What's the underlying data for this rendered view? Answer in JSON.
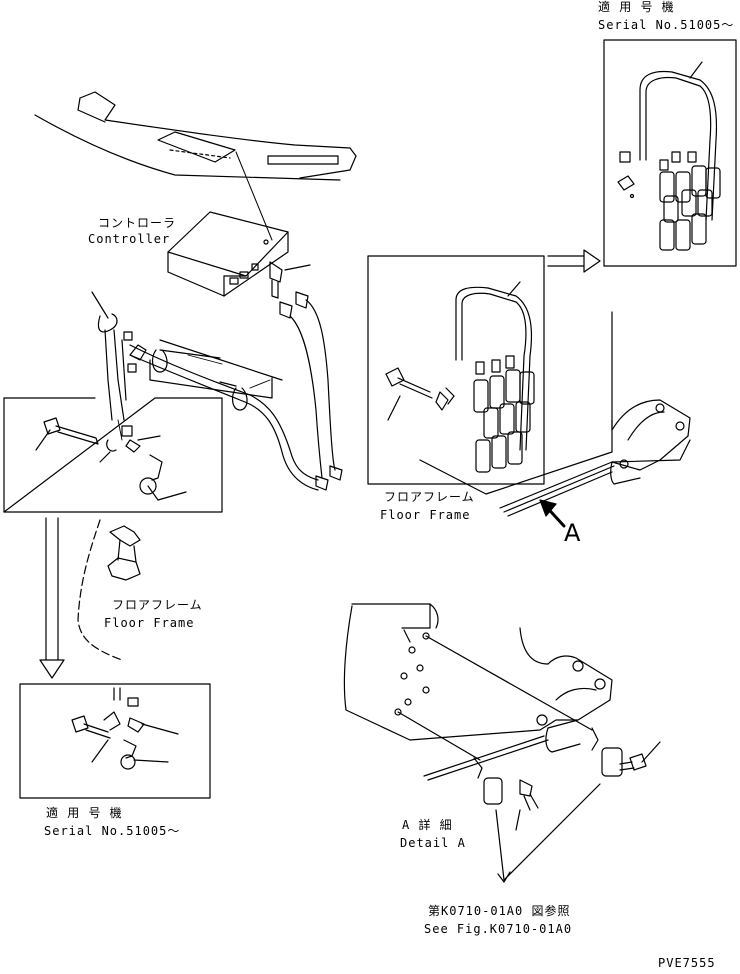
{
  "labels": {
    "serial_jp_top": "適 用 号 機",
    "serial_en_top": "Serial No.51005～",
    "controller_jp": "コントローラ",
    "controller_en": "Controller",
    "floor_frame_jp_right": "フロアフレーム",
    "floor_frame_en_right": "Floor Frame",
    "view_letter": "A",
    "floor_frame_jp_left": "フロアフレーム",
    "floor_frame_en_left": "Floor Frame",
    "serial_jp_bottom": "適 用 号 機",
    "serial_en_bottom": "Serial No.51005～",
    "detail_jp": "A  詳  細",
    "detail_en": "Detail A",
    "see_fig_jp": "第K0710-01A0 図参照",
    "see_fig_en": "See Fig.K0710-01A0",
    "drawing_code": "PVE7555"
  }
}
